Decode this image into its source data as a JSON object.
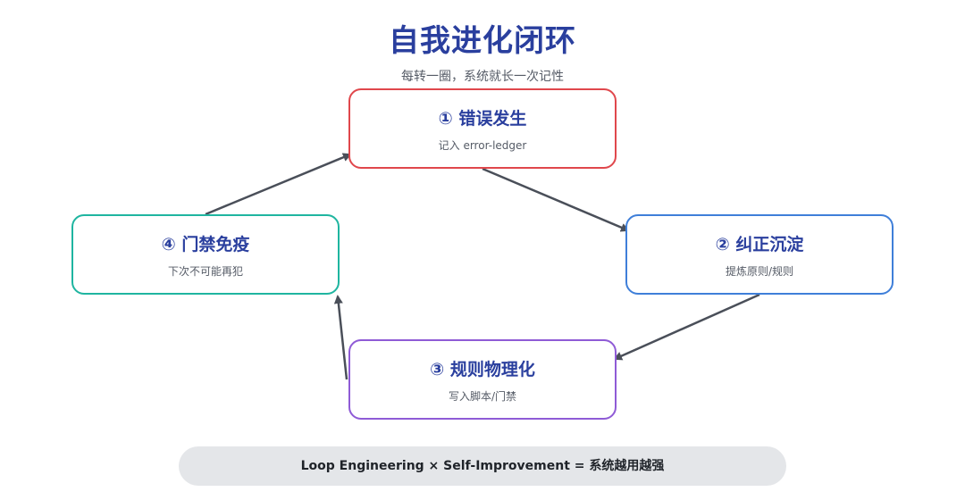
{
  "header": {
    "title": "自我进化闭环",
    "subtitle": "每转一圈，系统就长一次记性"
  },
  "nodes": [
    {
      "title": "① 错误发生",
      "subtitle": "记入 error-ledger",
      "color": "#e0474c"
    },
    {
      "title": "② 纠正沉淀",
      "subtitle": "提炼原则/规则",
      "color": "#3f7fd9"
    },
    {
      "title": "③ 规则物理化",
      "subtitle": "写入脚本/门禁",
      "color": "#8f5bd6"
    },
    {
      "title": "④ 门禁免疫",
      "subtitle": "下次不可能再犯",
      "color": "#1fb5a0"
    }
  ],
  "arrow_color": "#4a4f59",
  "footer": {
    "text": "Loop Engineering × Self-Improvement = 系统越用越强"
  }
}
